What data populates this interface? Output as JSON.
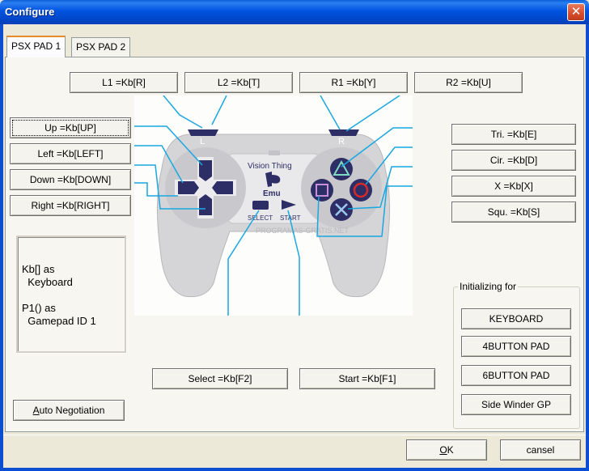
{
  "window": {
    "title": "Configure",
    "close_glyph": "✕"
  },
  "tabs": [
    {
      "label": "PSX PAD 1",
      "active": true
    },
    {
      "label": "PSX PAD 2",
      "active": false
    }
  ],
  "shoulder_buttons": {
    "l1": "L1 =Kb[R]",
    "l2": "L2 =Kb[T]",
    "r1": "R1 =Kb[Y]",
    "r2": "R2 =Kb[U]"
  },
  "dpad_buttons": {
    "up": "Up =Kb[UP]",
    "left": "Left =Kb[LEFT]",
    "down": "Down =Kb[DOWN]",
    "right": "Right =Kb[RIGHT]"
  },
  "face_buttons": {
    "triangle": "Tri. =Kb[E]",
    "circle": "Cir. =Kb[D]",
    "cross": "X =Kb[X]",
    "square": "Squ. =Kb[S]"
  },
  "center_buttons": {
    "select": "Select =Kb[F2]",
    "start": "Start =Kb[F1]"
  },
  "controller": {
    "shoulder_left": "L",
    "shoulder_right": "R",
    "brand": "Vision Thing",
    "logo_text": "Emu",
    "select_label": "SELECT",
    "start_label": "START",
    "watermark": "PROGRAMAS-GRATIS.NET"
  },
  "info": {
    "line1": "Kb[] as",
    "line2": "  Keyboard",
    "line3": "P1() as",
    "line4": "  Gamepad ID 1"
  },
  "init_group": {
    "title": "Initializing for",
    "buttons": [
      "KEYBOARD",
      "4BUTTON PAD",
      "6BUTTON PAD",
      "Side Winder GP"
    ]
  },
  "auto_negotiation": {
    "accel": "A",
    "rest": "uto Negotiation"
  },
  "footer": {
    "ok": {
      "accel": "O",
      "rest": "K"
    },
    "cancel": "cansel"
  },
  "colors": {
    "title_blue": "#0053e0",
    "callout_line": "#1aa7e0",
    "face_button_purple": "#6a5aa8",
    "circle_red": "#d62a2a",
    "pad_gray": "#d5d5d7"
  }
}
